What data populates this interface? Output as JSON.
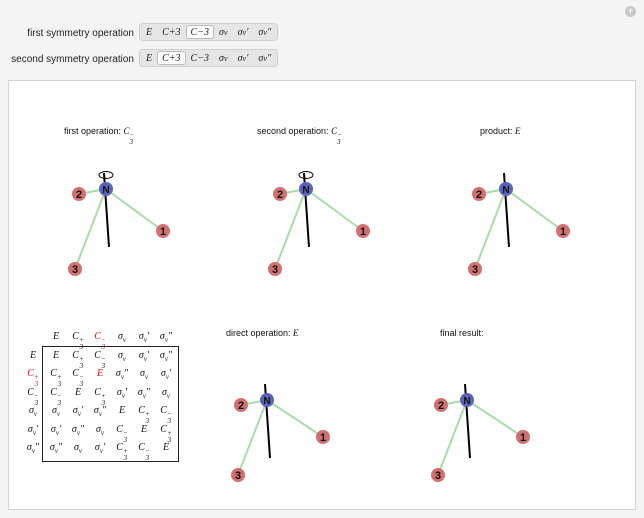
{
  "controls": {
    "first_label": "first symmetry operation",
    "second_label": "second symmetry operation",
    "options": [
      "E",
      "C3+",
      "C3−",
      "σv",
      "σv′",
      "σv″"
    ],
    "first_selected": "C3−",
    "second_selected": "C3+"
  },
  "panels": {
    "first_title": "first operation: ",
    "first_op": "C3−",
    "second_title": "second operation: ",
    "second_op": "C3−",
    "product_title": "product: ",
    "product_op": "E",
    "direct_title": "direct operation: ",
    "direct_op": "E",
    "final_title": "final result:"
  },
  "molecule": {
    "center_label": "N",
    "center_color": "#5a63b8",
    "atom_color": "#d07070",
    "bond_color": "#a8dca8"
  },
  "table": {
    "header": [
      "E",
      "C3+",
      "C3−",
      "σv",
      "σv'",
      "σv\""
    ],
    "rows": [
      {
        "label": "E",
        "cells": [
          "E",
          "C3+",
          "C3−",
          "σv",
          "σv'",
          "σv\""
        ]
      },
      {
        "label": "C3+",
        "cells": [
          "C3+",
          "C3−",
          "E",
          "σv\"",
          "σv",
          "σv'"
        ]
      },
      {
        "label": "C3−",
        "cells": [
          "C3−",
          "E",
          "C3+",
          "σv'",
          "σv\"",
          "σv"
        ]
      },
      {
        "label": "σv",
        "cells": [
          "σv",
          "σv'",
          "σv\"",
          "E",
          "C3+",
          "C3−"
        ]
      },
      {
        "label": "σv'",
        "cells": [
          "σv'",
          "σv\"",
          "σv",
          "C3−",
          "E",
          "C3+"
        ]
      },
      {
        "label": "σv\"",
        "cells": [
          "σv\"",
          "σv",
          "σv'",
          "C3+",
          "C3−",
          "E"
        ]
      }
    ],
    "highlight_color": "#e01010"
  }
}
